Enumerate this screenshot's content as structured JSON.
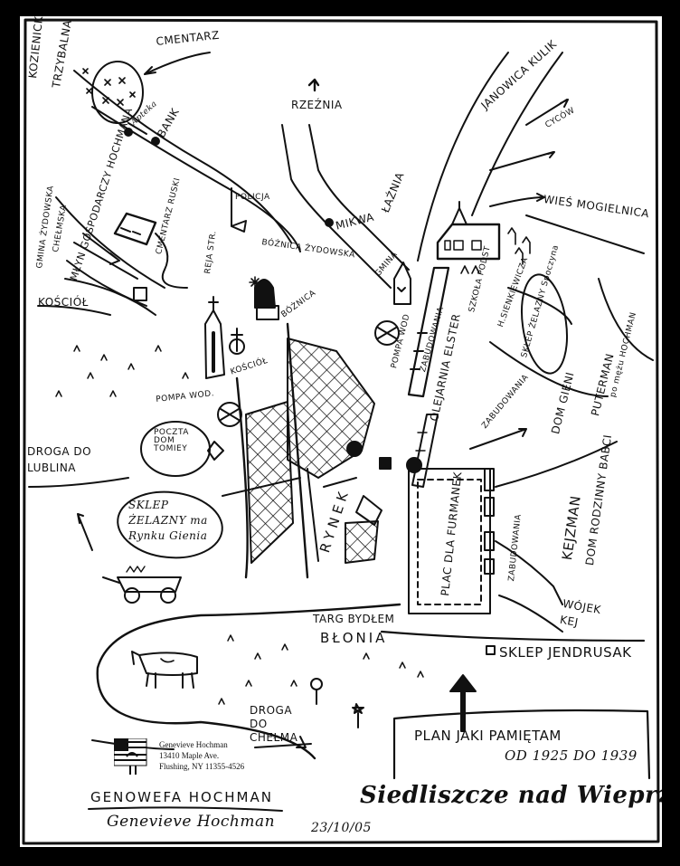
{
  "map": {
    "labels": {
      "cmentarz": "CMENTARZ",
      "kozienicka": "KOZIENICKA",
      "trzybalna": "TRZYBALNA",
      "apteka": "Apteka",
      "bank": "BANK",
      "rzeznia": "RZEŹNIA",
      "mlyn": "MŁYN GOSPODARCZY HOCHMANA",
      "chelmska": "CHEŁMSKA",
      "gmina_zydowska": "GMINA ŻYDOWSKA",
      "cmentarz_ruski": "CMENTARZ RUSKI",
      "policja": "POLICJA",
      "reja": "REJA STR.",
      "mikwa": "MIKWA",
      "laznia": "ŁAŹNIA",
      "janowica": "JANOWICA KULIK",
      "cycow": "CYCÓW",
      "wies": "WIEŚ MOGIELNICA",
      "kosciol_top": "KOŚCIÓŁ",
      "boznica_zyd": "BÓŻNICA ŻYDOWSKA",
      "boznica": "BÓŻNICA",
      "gmina": "GMINA",
      "szkola": "SZKOŁA PODST",
      "sienkiewicza": "H.SIENKIEWICZA",
      "sklep_zelazny_top": "SKLEP ŻELAZNY Spoczyna",
      "puterman": "PUTERMAN",
      "po_moim": "po mężu HOCHMAN",
      "dom_gieni": "DOM GIENI",
      "kosciol_mid": "KOŚCIÓŁ",
      "pompa_wod1": "POMPA WOD.",
      "pompa_wod2": "POMPA WOD",
      "zabudowania1": "ZABUDOWANIA",
      "olejarnia": "OLEJARNIA ELSTER",
      "zabudowania2": "ZABUDOWANIA",
      "poczta": "POCZTA DOM TOMIEY",
      "droga_lublina": "DROGA DO LUBLINA",
      "sklep_zelazny": "SKLEP ŻELAZNY ma Rynku Gienia",
      "rynek": "RYNEK",
      "plac": "PLAC DLA FURMANEK",
      "zabudowania3": "ZABUDOWANIA",
      "kejzman": "KEJZMAN",
      "dom_rodzinny": "DOM RODZINNY BABCI",
      "wojek": "WÓJEK KEJ",
      "targ": "TARG BYDŁEM",
      "blonia": "BŁONIA",
      "sklep_jendrusak": "SKLEP JENDRUSAK",
      "droga_chelma": "DROGA DO CHEŁMA",
      "plan": "PLAN JAKI PAMIĘTAM",
      "years": "OD 1925 DO 1939",
      "author": "GENOWEFA HOCHMAN",
      "title": "Siedliszcze nad Wieprzem",
      "date": "23/10/05",
      "signature": "Genevieve Hochman"
    },
    "stamp": {
      "line1": "Genevieve Hochman",
      "line2": "13410 Maple Ave.",
      "line3": "Flushing, NY 11355-4526"
    }
  }
}
